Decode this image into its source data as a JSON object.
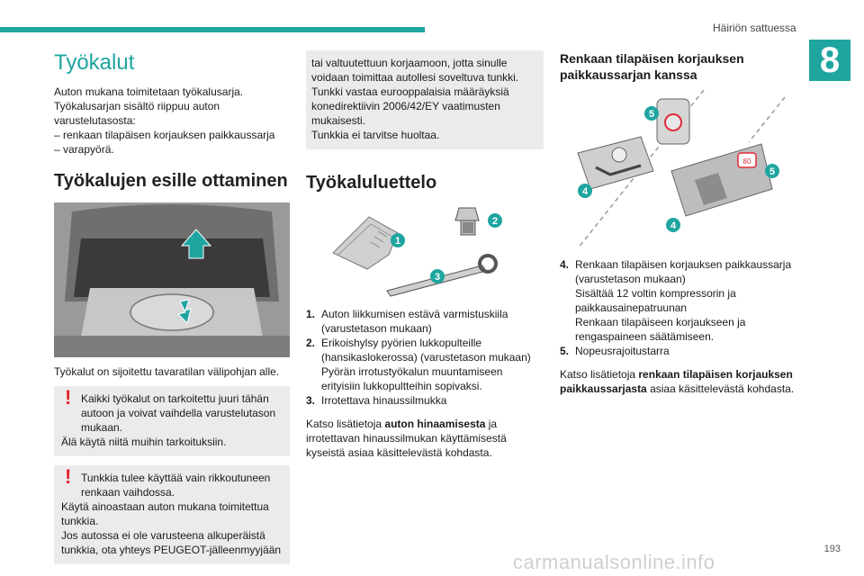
{
  "header": {
    "section_title": "Häiriön sattuessa",
    "chapter_number": "8"
  },
  "col1": {
    "title": "Työkalut",
    "intro_1": "Auton mukana toimitetaan työkalusarja.",
    "intro_2": "Työkalusarjan sisältö riippuu auton varustelutasosta:",
    "intro_3": "–  renkaan tilapäisen korjauksen paikkaussarja",
    "intro_4": "–  varapyörä.",
    "heading": "Työkalujen esille ottaminen",
    "caption": "Työkalut on sijoitettu tavaratilan välipohjan alle.",
    "warning1_line1": "Kaikki työkalut on tarkoitettu juuri tähän autoon ja voivat vaihdella varustelutason mukaan.",
    "warning1_line2": "Älä käytä niitä muihin tarkoituksiin.",
    "warning2_line1": "Tunkkia tulee käyttää vain rikkoutuneen renkaan vaihdossa.",
    "warning2_line2": "Käytä ainoastaan auton mukana toimitettua tunkkia.",
    "warning2_line3": "Jos autossa ei ole varusteena alkuperäistä tunkkia, ota yhteys PEUGEOT-jälleenmyyjään"
  },
  "col2": {
    "box_text_1": "tai valtuutettuun korjaamoon, jotta sinulle voidaan toimittaa autollesi soveltuva tunkki. Tunkki vastaa eurooppalaisia määräyksiä konedirektiivin 2006/42/EY vaatimusten mukaisesti.",
    "box_text_2": "Tunkkia ei tarvitse huoltaa.",
    "heading": "Työkaluluettelo",
    "badges": [
      "1",
      "2",
      "3"
    ],
    "items": [
      {
        "num": "1.",
        "text": "Auton liikkumisen estävä varmistuskiila (varustetason mukaan)"
      },
      {
        "num": "2.",
        "text": "Erikoishylsy pyörien lukkopulteille (hansikaslokerossa) (varustetason mukaan) Pyörän irrotustyökalun muuntamiseen erityisiin lukkopultteihin sopivaksi."
      },
      {
        "num": "3.",
        "text": "Irrotettava hinaussilmukka"
      }
    ],
    "ref_prefix": "Katso lisätietoja ",
    "ref_bold": "auton hinaamisesta",
    "ref_suffix": " ja irrotettavan hinaussilmukan käyttämisestä kyseistä asiaa käsittelevästä kohdasta."
  },
  "col3": {
    "heading": "Renkaan tilapäisen korjauksen paikkaussarjan kanssa",
    "badges": [
      "5",
      "5",
      "4",
      "4"
    ],
    "sticker_text": "80",
    "items": [
      {
        "num": "4.",
        "line1": "Renkaan tilapäisen korjauksen paikkaussarja (varustetason mukaan)",
        "line2": "Sisältää 12 voltin kompressorin ja paikkausainepatruunan",
        "line3": "Renkaan tilapäiseen korjaukseen ja rengaspaineen säätämiseen."
      },
      {
        "num": "5.",
        "line1": "Nopeusrajoitustarra"
      }
    ],
    "ref_prefix": "Katso lisätietoja ",
    "ref_bold": "renkaan tilapäisen korjauksen paikkaussarjasta",
    "ref_suffix": " asiaa käsittelevästä kohdasta."
  },
  "footer": {
    "page_number": "193",
    "watermark": "carmanualsonline.info"
  }
}
